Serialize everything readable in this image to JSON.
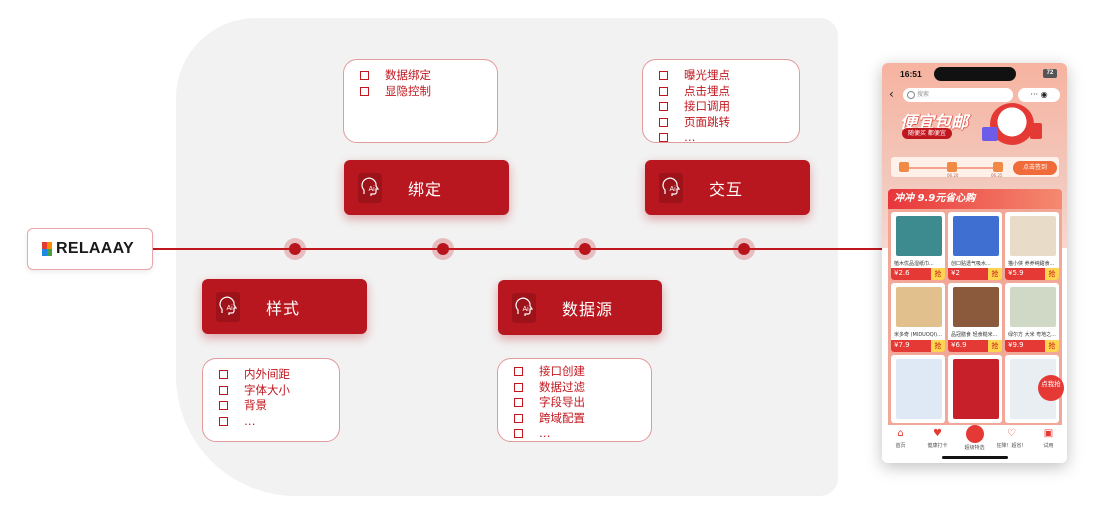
{
  "logo": {
    "text": "RELAAAY"
  },
  "stages": {
    "binding": {
      "label": "绑定",
      "items": [
        "数据绑定",
        "显隐控制"
      ]
    },
    "interaction": {
      "label": "交互",
      "items": [
        "曝光埋点",
        "点击埋点",
        "接口调用",
        "页面跳转",
        "…"
      ]
    },
    "style": {
      "label": "样式",
      "items": [
        "内外间距",
        "字体大小",
        "背景",
        "…"
      ]
    },
    "datasource": {
      "label": "数据源",
      "items": [
        "接口创建",
        "数据过滤",
        "字段导出",
        "跨域配置",
        "…"
      ]
    }
  },
  "icon_badge": "Ai",
  "colors": {
    "accent": "#b8171f",
    "line": "#c0171f",
    "panel": "#f2f2f2"
  },
  "phone": {
    "time": "16:51",
    "battery": "72",
    "search_placeholder": "搜索",
    "menu": "··· ◉",
    "banner_title": "便宜包邮",
    "banner_sub": "随便买 都便宜",
    "progress_labels": [
      "06.20",
      "06.25"
    ],
    "signin": "点击签到",
    "section_title": "冲冲 9.9元省心购",
    "products": [
      {
        "name": "植木优品湿纸巾...",
        "price": "¥2.6",
        "buy": "抢",
        "color": "#3d8a8f"
      },
      {
        "name": "创口贴透气吸水...",
        "price": "¥2",
        "buy": "抢",
        "color": "#3f6fd0"
      },
      {
        "name": "猫小侠 养养纯甜食...",
        "price": "¥5.9",
        "buy": "抢",
        "color": "#e8dcc8"
      },
      {
        "name": "米多奇 (MIDUOQI)...",
        "price": "¥7.9",
        "buy": "抢",
        "color": "#e2c08d"
      },
      {
        "name": "品冠膳食 轻食糙米...",
        "price": "¥6.9",
        "buy": "抢",
        "color": "#8b5a3c"
      },
      {
        "name": "绿尔方 大米 粤地之...",
        "price": "¥9.9",
        "buy": "抢",
        "color": "#cfd9c5"
      },
      {
        "name": "",
        "price": "",
        "buy": "",
        "color": "#dfe8f5"
      },
      {
        "name": "",
        "price": "",
        "buy": "",
        "color": "#c8202a"
      },
      {
        "name": "",
        "price": "",
        "buy": "",
        "color": "#e9eef3"
      }
    ],
    "float_label": "点我抢",
    "tabs": [
      {
        "label": "首页",
        "icon": "⌂"
      },
      {
        "label": "健康打卡",
        "icon": "♥"
      },
      {
        "label": "超级特选",
        "icon": ""
      },
      {
        "label": "狂降！超省！",
        "icon": "♡"
      },
      {
        "label": "试用",
        "icon": "▣"
      }
    ]
  }
}
